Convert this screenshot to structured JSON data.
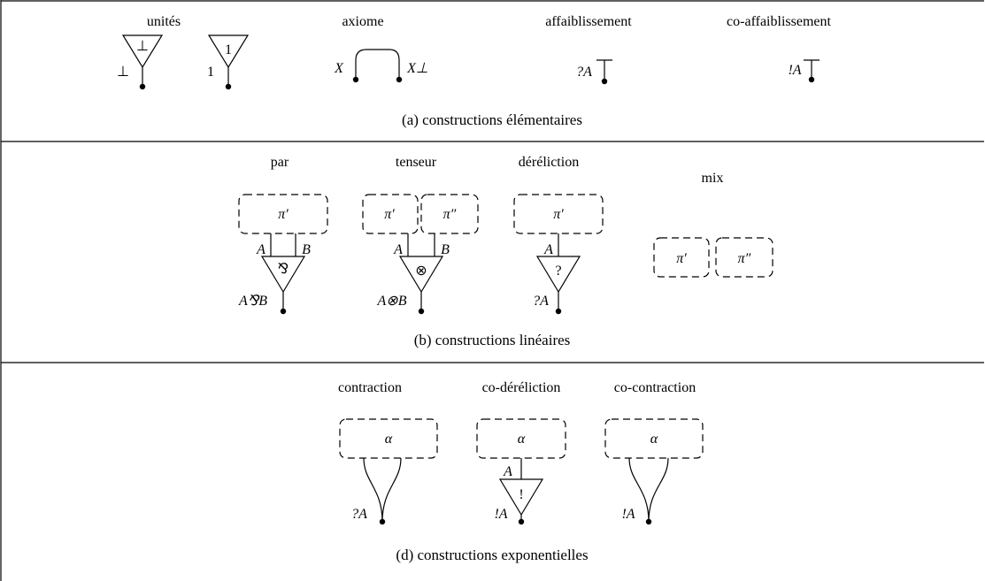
{
  "panel_a": {
    "labels": {
      "units": "unités",
      "axiom": "axiome",
      "weakening": "affaiblissement",
      "coweakening": "co-affaiblissement"
    },
    "units": {
      "bot_left": "⊥",
      "bot_inside": "⊥",
      "one_left": "1",
      "one_inside": "1"
    },
    "axiom": {
      "left": "X",
      "right": "X⊥"
    },
    "weakening": {
      "formula": "?A"
    },
    "coweakening": {
      "formula": "!A"
    },
    "caption": "(a)  constructions élémentaires"
  },
  "panel_b": {
    "labels": {
      "par": "par",
      "tensor": "tenseur",
      "dereliction": "déréliction",
      "mix": "mix"
    },
    "par": {
      "box": "π′",
      "a": "A",
      "b": "B",
      "symbol": "⅋",
      "conclusion": "A⅋B"
    },
    "tensor": {
      "box1": "π′",
      "box2": "π″",
      "a": "A",
      "b": "B",
      "symbol": "⊗",
      "conclusion": "A⊗B"
    },
    "dereliction": {
      "box": "π′",
      "a": "A",
      "symbol": "?",
      "conclusion": "?A"
    },
    "mix": {
      "box1": "π′",
      "box2": "π″"
    },
    "caption": "(b)  constructions linéaires"
  },
  "panel_d": {
    "labels": {
      "contraction": "contraction",
      "codereliction": "co-déréliction",
      "cocontraction": "co-contraction"
    },
    "contraction": {
      "box": "α",
      "conclusion": "?A"
    },
    "codereliction": {
      "box": "α",
      "a": "A",
      "symbol": "!",
      "conclusion": "!A"
    },
    "cocontraction": {
      "box": "α",
      "conclusion": "!A"
    },
    "caption": "(d)  constructions exponentielles"
  }
}
